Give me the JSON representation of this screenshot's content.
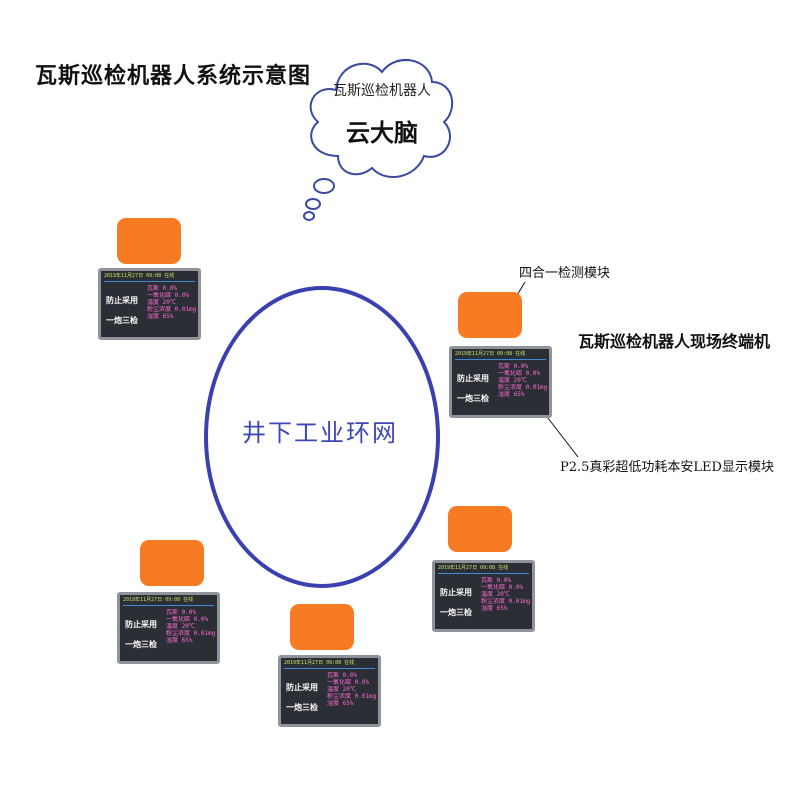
{
  "title": "瓦斯巡检机器人系统示意图",
  "cloud": {
    "line1": "瓦斯巡检机器人",
    "line2": "云大脑"
  },
  "network": {
    "label": "井下工业环网"
  },
  "annotations": {
    "sensor_module": "四合一检测模块",
    "terminal": "瓦斯巡检机器人现场终端机",
    "display_module": "P2.5真彩超低功耗本安LED显示模块"
  },
  "led_panel": {
    "header": "2019年11月27日 09:08 在线",
    "left_top": "防止采用",
    "left_bottom": "一炮三检",
    "readings": [
      "瓦斯  0.0%",
      "一氧化碳 0.0%",
      "温度  20℃",
      "粉尘浓度 0.01mg",
      "湿度  65%"
    ]
  },
  "colors": {
    "ring": "#3a40b0",
    "sensor": "#f77b22",
    "ring_text": "#3d47b5"
  }
}
